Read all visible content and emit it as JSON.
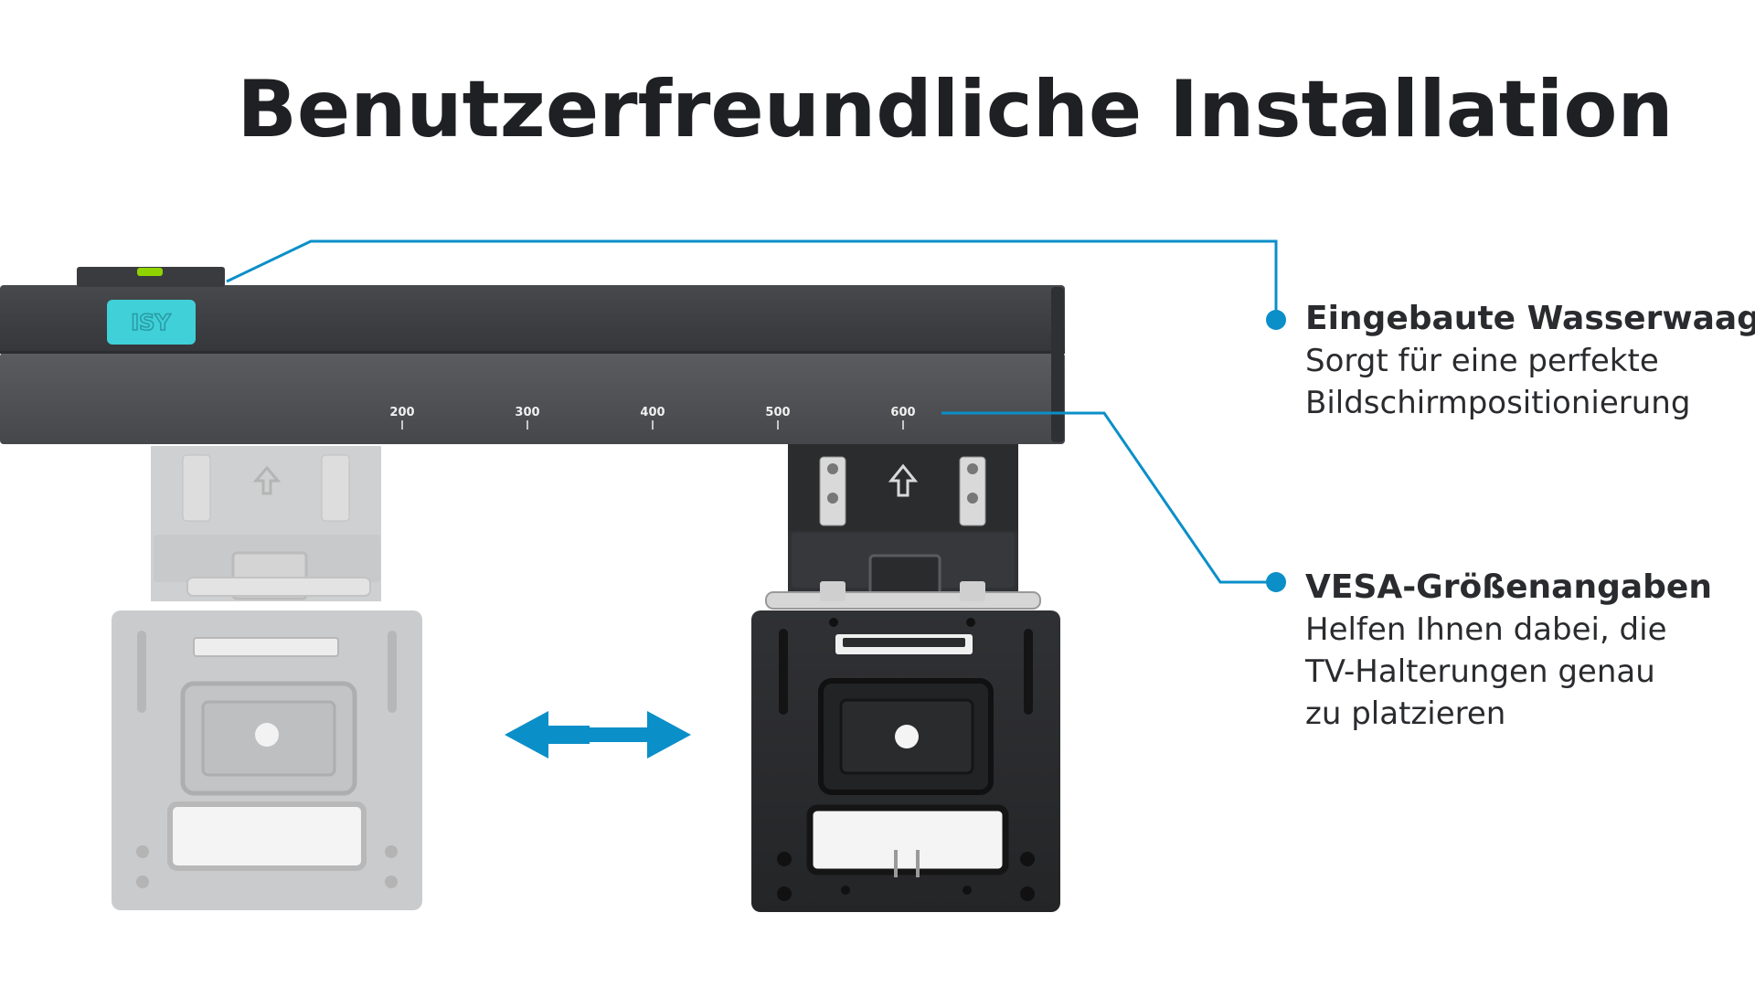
{
  "title": "Benutzerfreundliche Installation",
  "brand_badge": "ISY",
  "scale_labels": [
    "200",
    "300",
    "400",
    "500",
    "600"
  ],
  "features": [
    {
      "heading": "Eingebaute Wasserwaage",
      "lines": [
        "Sorgt für eine perfekte",
        "Bildschirmpositionierung"
      ]
    },
    {
      "heading": "VESA-Größenangaben",
      "lines": [
        "Helfen Ihnen dabei, die",
        "TV-Halterungen genau",
        "zu platzieren"
      ]
    }
  ],
  "colors": {
    "accent": "#0b8fc8",
    "badge": "#3fd0d8",
    "rail": "#3d3f42",
    "plate": "#2b2c2e",
    "ghost_plate": "#c8c9ca",
    "text": "#2a2b2e"
  },
  "icons": [
    "bubble-level-icon",
    "up-arrow-icon",
    "double-arrow-icon",
    "callout-dot-icon"
  ]
}
